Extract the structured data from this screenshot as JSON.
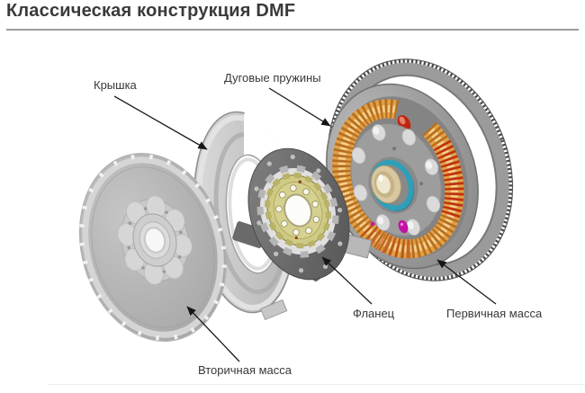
{
  "title": "Классическая конструкция DMF",
  "labels": {
    "cover": "Крышка",
    "arc_springs": "Дуговые пружины",
    "flange": "Фланец",
    "primary_mass": "Первичная масса",
    "secondary_mass": "Вторичная масса"
  },
  "colors": {
    "spring_orange": "#e2a046",
    "spring_red": "#c2250f",
    "hub_teal": "#2f9fb8",
    "hub_tan": "#d8c7a0",
    "accent_magenta": "#c013a4",
    "flange_olive": "#cfca84",
    "title_gray": "#3a3a3a",
    "rule_gray": "#9c9c9c"
  }
}
